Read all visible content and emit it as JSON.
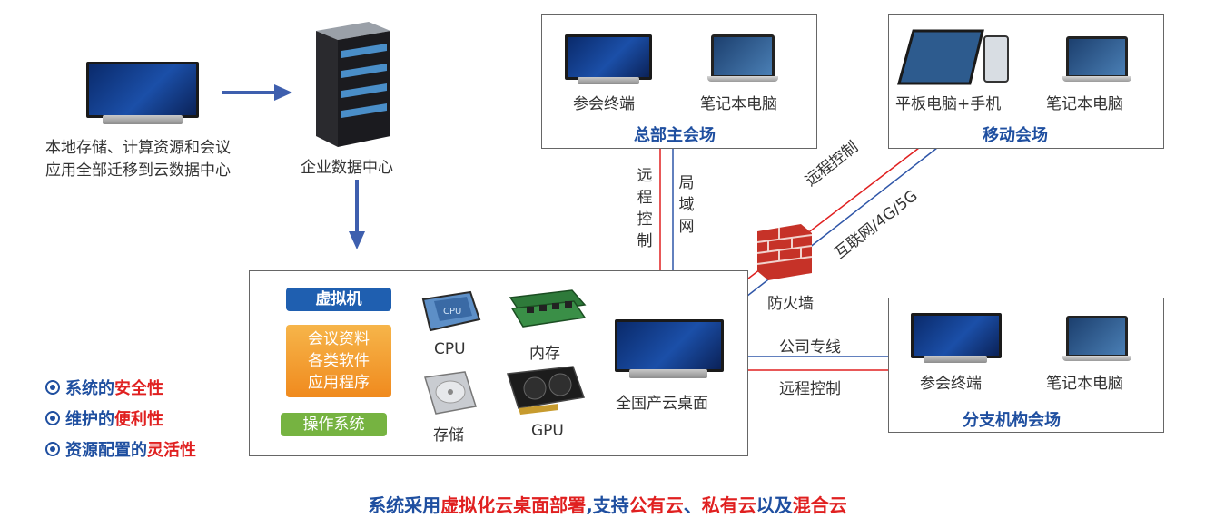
{
  "left": {
    "migrate_line1": "本地存储、计算资源和会议",
    "migrate_line2": "应用全部迁移到云数据中心",
    "datacenter_label": "企业数据中心"
  },
  "hq": {
    "terminal_label": "参会终端",
    "laptop_label": "笔记本电脑",
    "title": "总部主会场"
  },
  "mobile": {
    "tablet_label": "平板电脑+手机",
    "laptop_label": "笔记本电脑",
    "title": "移动会场"
  },
  "links": {
    "remote_control_v": "远程控制",
    "lan_v": "局域网",
    "remote_control_diag": "远程控制",
    "internet_diag": "互联网/4G/5G",
    "firewall_label": "防火墙",
    "leased_line": "公司专线",
    "remote_control_h": "远程控制"
  },
  "cloud": {
    "vm_label": "虚拟机",
    "software_line1": "会议资料",
    "software_line2": "各类软件",
    "software_line3": "应用程序",
    "os_label": "操作系统",
    "cpu_label": "CPU",
    "memory_label": "内存",
    "storage_label": "存储",
    "gpu_label": "GPU",
    "desktop_label": "全国产云桌面"
  },
  "branch": {
    "terminal_label": "参会终端",
    "laptop_label": "笔记本电脑",
    "title": "分支机构会场"
  },
  "bullets": [
    {
      "prefix": "系统的",
      "highlight": "安全性"
    },
    {
      "prefix": "维护的",
      "highlight": "便利性"
    },
    {
      "prefix": "资源配置的",
      "highlight": "灵活性"
    }
  ],
  "footer": {
    "part1": "系统采用",
    "part2": "虚拟化云桌面部署",
    "part3": ",支持",
    "part4": "公有云",
    "part5": "、",
    "part6": "私有云",
    "part7": "以及",
    "part8": "混合云"
  },
  "colors": {
    "blue": "#1f4fa0",
    "red": "#e02020",
    "arrow_blue": "#2f56a8"
  }
}
